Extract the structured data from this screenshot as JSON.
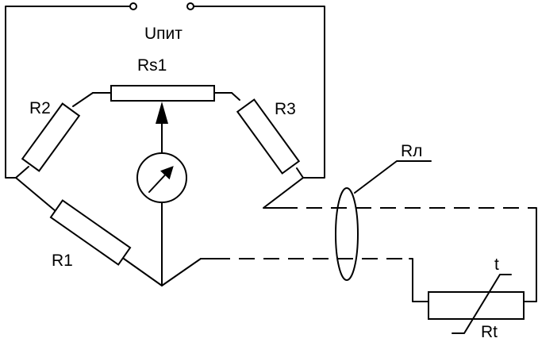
{
  "labels": {
    "supply": "Uпит",
    "rs1": "Rs1",
    "r1": "R1",
    "r2": "R2",
    "r3": "R3",
    "rl": "Rл",
    "rt": "Rt",
    "t": "t"
  },
  "colors": {
    "line": "#000000",
    "background": "#ffffff"
  },
  "icons": [
    "galvanometer-icon",
    "terminal-icon",
    "arrow-icon"
  ]
}
